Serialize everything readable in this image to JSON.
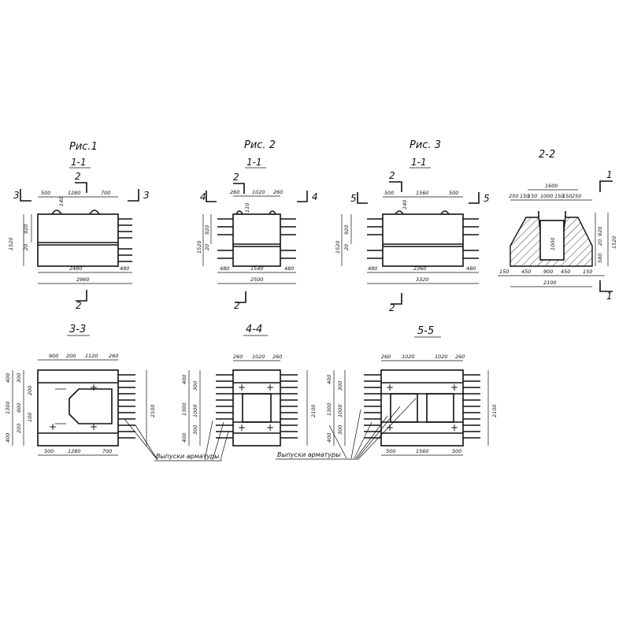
{
  "figures": {
    "fig1": {
      "title": "Рис.1",
      "section": "1-1",
      "cut_top": "2",
      "cut_bottom": "2",
      "cut_left": "3",
      "cut_right": "3",
      "dims_top": [
        "500",
        "1280",
        "700"
      ],
      "dim_140": "140",
      "dims_left": [
        "1520",
        "920",
        "20"
      ],
      "dims_bottom": [
        "2480",
        "480",
        "2960"
      ]
    },
    "fig2": {
      "title": "Рис. 2",
      "section": "1-1",
      "cut_top": "2",
      "cut_bottom": "2",
      "cut_left": "4",
      "cut_right": "4",
      "dims_top": [
        "260",
        "1020",
        "260"
      ],
      "dim_110": "110",
      "dims_left": [
        "1520",
        "920",
        "20"
      ],
      "dims_bottom": [
        "480",
        "1540",
        "480",
        "2500"
      ]
    },
    "fig3": {
      "title": "Рис. 3",
      "section": "1-1",
      "cut_top": "2",
      "cut_bottom": "2",
      "cut_left": "5",
      "cut_right": "5",
      "dims_top": [
        "500",
        "1560",
        "500"
      ],
      "dim_140": "140",
      "dims_left": [
        "1520",
        "920",
        "20"
      ],
      "dims_bottom": [
        "480",
        "2360",
        "480",
        "3320"
      ]
    },
    "sec22": {
      "title": "2-2",
      "cut_top": "1",
      "cut_bottom": "1",
      "dims_top": [
        "1600",
        "250",
        "150",
        "150",
        "1000",
        "150",
        "150",
        "250"
      ],
      "dim_inner": "1000",
      "dims_right": [
        "920",
        "20",
        "580",
        "1520"
      ],
      "dims_bottom": [
        "150",
        "450",
        "900",
        "450",
        "150",
        "2100"
      ]
    }
  },
  "plans": {
    "p33": {
      "title": "3-3",
      "dims_top": [
        "900",
        "200",
        "1120",
        "260"
      ],
      "dims_left": [
        "400",
        "300",
        "200",
        "1300",
        "600",
        "100",
        "200",
        "400"
      ],
      "dim_right": "2100",
      "dims_bottom": [
        "500",
        "1280",
        "700"
      ]
    },
    "p44": {
      "title": "4-4",
      "dims_top": [
        "260",
        "1020",
        "260"
      ],
      "dims_left": [
        "400",
        "300",
        "1300",
        "1000",
        "300",
        "400"
      ],
      "dim_right": "2100"
    },
    "p55": {
      "title": "5-5",
      "dims_top": [
        "260",
        "1020",
        "1020",
        "260"
      ],
      "dims_left": [
        "400",
        "300",
        "1300",
        "1000",
        "300",
        "400"
      ],
      "dim_right": "2100",
      "dims_bottom": [
        "500",
        "1560",
        "500"
      ]
    }
  },
  "notes": {
    "rebar_left": "Выпуски арматуры",
    "rebar_right": "Выпуски арматуры"
  }
}
